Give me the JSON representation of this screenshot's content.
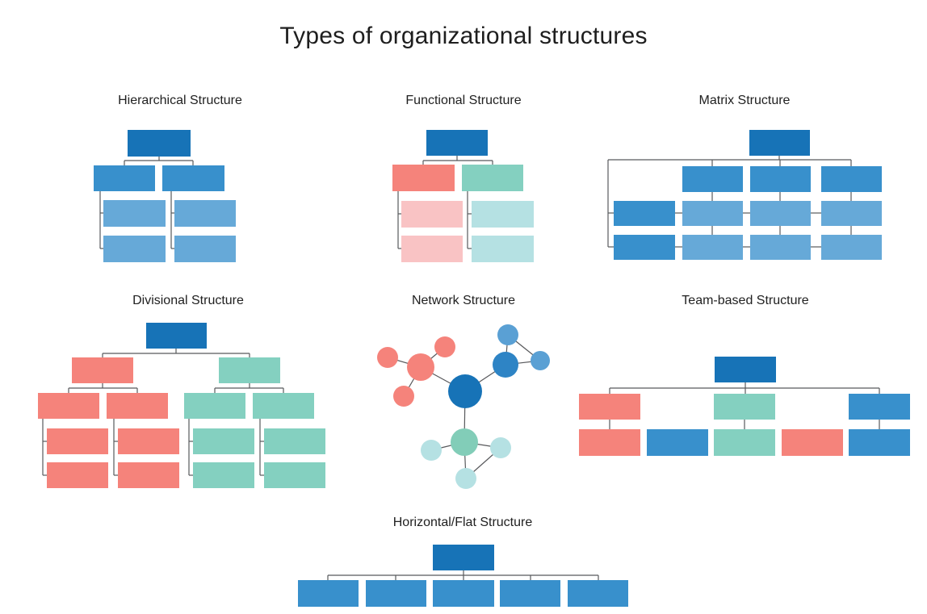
{
  "title": "Types of organizational structures",
  "palette": {
    "dark_blue": "#1773B7",
    "mid_blue": "#3890CC",
    "light_blue": "#66A9D8",
    "salmon": "#F5837B",
    "light_pink": "#F9C3C4",
    "teal": "#84D0C0",
    "light_teal": "#B5E1E3",
    "network_blue": "#2E84C5",
    "network_blue_light": "#5AA0D4",
    "network_teal": "#82CDB8",
    "connector": "#58595C",
    "text": "#212121",
    "background": "#FFFFFF"
  },
  "structures": [
    {
      "id": "hierarchical",
      "label": "Hierarchical Structure",
      "rects": [
        [
          158,
          161,
          78,
          33,
          "dark_blue"
        ],
        [
          116,
          205,
          76,
          32,
          "mid_blue"
        ],
        [
          201,
          205,
          77,
          32,
          "mid_blue"
        ],
        [
          128,
          248,
          77,
          33,
          "light_blue"
        ],
        [
          216,
          248,
          76,
          33,
          "light_blue"
        ],
        [
          128,
          292,
          77,
          33,
          "light_blue"
        ],
        [
          216,
          292,
          76,
          33,
          "light_blue"
        ]
      ],
      "lines": [
        [
          197,
          194,
          197,
          199
        ],
        [
          154,
          199,
          239,
          199
        ],
        [
          154,
          199,
          154,
          205
        ],
        [
          239,
          199,
          239,
          205
        ],
        [
          124,
          237,
          124,
          308
        ],
        [
          124,
          264,
          128,
          264
        ],
        [
          124,
          308,
          128,
          308
        ],
        [
          212,
          237,
          212,
          308
        ],
        [
          212,
          264,
          216,
          264
        ],
        [
          212,
          308,
          216,
          308
        ]
      ]
    },
    {
      "id": "functional",
      "label": "Functional Structure",
      "rects": [
        [
          528,
          161,
          76,
          32,
          "dark_blue"
        ],
        [
          486,
          204,
          77,
          33,
          "salmon"
        ],
        [
          572,
          204,
          76,
          33,
          "teal"
        ],
        [
          497,
          249,
          76,
          33,
          "light_pink"
        ],
        [
          497,
          292,
          76,
          33,
          "light_pink"
        ],
        [
          584,
          249,
          77,
          33,
          "light_teal"
        ],
        [
          584,
          292,
          77,
          33,
          "light_teal"
        ]
      ],
      "lines": [
        [
          566,
          193,
          566,
          199
        ],
        [
          524,
          199,
          610,
          199
        ],
        [
          524,
          199,
          524,
          204
        ],
        [
          610,
          199,
          610,
          204
        ],
        [
          493,
          237,
          493,
          308
        ],
        [
          493,
          265,
          497,
          265
        ],
        [
          493,
          308,
          497,
          308
        ],
        [
          579,
          237,
          579,
          308
        ],
        [
          579,
          265,
          584,
          265
        ],
        [
          579,
          308,
          584,
          308
        ]
      ]
    },
    {
      "id": "matrix",
      "label": "Matrix Structure",
      "rects": [
        [
          928,
          161,
          75,
          32,
          "dark_blue"
        ],
        [
          845,
          206,
          75,
          32,
          "mid_blue"
        ],
        [
          929,
          206,
          75,
          32,
          "mid_blue"
        ],
        [
          1017,
          206,
          75,
          32,
          "mid_blue"
        ],
        [
          760,
          249,
          76,
          31,
          "mid_blue"
        ],
        [
          845,
          249,
          75,
          31,
          "light_blue"
        ],
        [
          929,
          249,
          75,
          31,
          "light_blue"
        ],
        [
          1017,
          249,
          75,
          31,
          "light_blue"
        ],
        [
          760,
          291,
          76,
          31,
          "mid_blue"
        ],
        [
          845,
          291,
          75,
          31,
          "light_blue"
        ],
        [
          929,
          291,
          75,
          31,
          "light_blue"
        ],
        [
          1017,
          291,
          75,
          31,
          "light_blue"
        ]
      ],
      "lines": [
        [
          965,
          193,
          965,
          198
        ],
        [
          753,
          198,
          1054,
          198
        ],
        [
          882,
          198,
          882,
          206
        ],
        [
          966,
          198,
          966,
          206
        ],
        [
          1054,
          198,
          1054,
          206
        ],
        [
          753,
          198,
          753,
          306
        ],
        [
          753,
          264,
          760,
          264
        ],
        [
          753,
          306,
          760,
          306
        ],
        [
          882,
          238,
          882,
          249
        ],
        [
          966,
          238,
          966,
          249
        ],
        [
          1054,
          238,
          1054,
          249
        ],
        [
          882,
          280,
          882,
          291
        ],
        [
          966,
          280,
          966,
          291
        ],
        [
          1054,
          280,
          1054,
          291
        ],
        [
          836,
          264,
          845,
          264
        ],
        [
          920,
          264,
          929,
          264
        ],
        [
          1004,
          264,
          1017,
          264
        ],
        [
          836,
          306,
          845,
          306
        ],
        [
          920,
          306,
          929,
          306
        ],
        [
          1004,
          306,
          1017,
          306
        ]
      ]
    },
    {
      "id": "divisional",
      "label": "Divisional Structure",
      "rects": [
        [
          181,
          400,
          75,
          32,
          "dark_blue"
        ],
        [
          89,
          443,
          76,
          32,
          "salmon"
        ],
        [
          271,
          443,
          76,
          32,
          "teal"
        ],
        [
          47,
          487,
          76,
          32,
          "salmon"
        ],
        [
          132,
          487,
          76,
          32,
          "salmon"
        ],
        [
          228,
          487,
          76,
          32,
          "teal"
        ],
        [
          313,
          487,
          76,
          32,
          "teal"
        ],
        [
          58,
          531,
          76,
          32,
          "salmon"
        ],
        [
          58,
          573,
          76,
          32,
          "salmon"
        ],
        [
          146,
          531,
          76,
          32,
          "salmon"
        ],
        [
          146,
          573,
          76,
          32,
          "salmon"
        ],
        [
          239,
          531,
          76,
          32,
          "teal"
        ],
        [
          239,
          573,
          76,
          32,
          "teal"
        ],
        [
          327,
          531,
          76,
          32,
          "teal"
        ],
        [
          327,
          573,
          76,
          32,
          "teal"
        ]
      ],
      "lines": [
        [
          218,
          432,
          218,
          438
        ],
        [
          127,
          438,
          309,
          438
        ],
        [
          127,
          438,
          127,
          443
        ],
        [
          309,
          438,
          309,
          443
        ],
        [
          127,
          475,
          127,
          481
        ],
        [
          85,
          481,
          170,
          481
        ],
        [
          85,
          481,
          85,
          487
        ],
        [
          170,
          481,
          170,
          487
        ],
        [
          309,
          475,
          309,
          481
        ],
        [
          266,
          481,
          351,
          481
        ],
        [
          266,
          481,
          266,
          487
        ],
        [
          351,
          481,
          351,
          487
        ],
        [
          53,
          519,
          53,
          589
        ],
        [
          53,
          547,
          58,
          547
        ],
        [
          53,
          589,
          58,
          589
        ],
        [
          141,
          519,
          141,
          589
        ],
        [
          141,
          547,
          146,
          547
        ],
        [
          141,
          589,
          146,
          589
        ],
        [
          234,
          519,
          234,
          589
        ],
        [
          234,
          547,
          239,
          547
        ],
        [
          234,
          589,
          239,
          589
        ],
        [
          322,
          519,
          322,
          589
        ],
        [
          322,
          547,
          327,
          547
        ],
        [
          322,
          589,
          327,
          589
        ]
      ]
    },
    {
      "id": "network",
      "label": "Network Structure",
      "lines": [
        [
          576,
          485,
          521,
          455
        ],
        [
          576,
          485,
          626,
          452
        ],
        [
          576,
          485,
          575,
          548
        ],
        [
          521,
          455,
          551,
          430
        ],
        [
          521,
          455,
          480,
          443
        ],
        [
          521,
          455,
          500,
          491
        ],
        [
          626,
          452,
          629,
          415
        ],
        [
          626,
          452,
          669,
          447
        ],
        [
          629,
          415,
          669,
          447
        ],
        [
          575,
          548,
          534,
          558
        ],
        [
          575,
          548,
          620,
          555
        ],
        [
          575,
          548,
          577,
          593
        ],
        [
          577,
          593,
          620,
          555
        ]
      ],
      "circles": [
        [
          576,
          485,
          21,
          "dark_blue"
        ],
        [
          521,
          455,
          17,
          "salmon"
        ],
        [
          551,
          430,
          13,
          "salmon"
        ],
        [
          480,
          443,
          13,
          "salmon"
        ],
        [
          500,
          491,
          13,
          "salmon"
        ],
        [
          626,
          452,
          16,
          "network_blue"
        ],
        [
          629,
          415,
          13,
          "network_blue_light"
        ],
        [
          669,
          447,
          12,
          "network_blue_light"
        ],
        [
          575,
          548,
          17,
          "network_teal"
        ],
        [
          534,
          558,
          13,
          "light_teal"
        ],
        [
          620,
          555,
          13,
          "light_teal"
        ],
        [
          577,
          593,
          13,
          "light_teal"
        ]
      ]
    },
    {
      "id": "team-based",
      "label": "Team-based Structure",
      "rects": [
        [
          885,
          442,
          76,
          32,
          "dark_blue"
        ],
        [
          717,
          488,
          76,
          32,
          "salmon"
        ],
        [
          884,
          488,
          76,
          32,
          "teal"
        ],
        [
          1051,
          488,
          76,
          32,
          "mid_blue"
        ],
        [
          717,
          532,
          76,
          33,
          "salmon"
        ],
        [
          801,
          532,
          76,
          33,
          "mid_blue"
        ],
        [
          884,
          532,
          76,
          33,
          "teal"
        ],
        [
          968,
          532,
          76,
          33,
          "salmon"
        ],
        [
          1051,
          532,
          76,
          33,
          "mid_blue"
        ]
      ],
      "lines": [
        [
          923,
          474,
          923,
          488
        ],
        [
          755,
          481,
          1089,
          481
        ],
        [
          755,
          481,
          755,
          488
        ],
        [
          1089,
          481,
          1089,
          488
        ],
        [
          755,
          520,
          755,
          532
        ],
        [
          922,
          520,
          922,
          532
        ],
        [
          1089,
          520,
          1089,
          532
        ]
      ]
    },
    {
      "id": "horizontal-flat",
      "label": "Horizontal/Flat Structure",
      "rects": [
        [
          536,
          675,
          76,
          32,
          "dark_blue"
        ],
        [
          369,
          719,
          75,
          33,
          "mid_blue"
        ],
        [
          453,
          719,
          75,
          33,
          "mid_blue"
        ],
        [
          536,
          719,
          76,
          33,
          "mid_blue"
        ],
        [
          619,
          719,
          75,
          33,
          "mid_blue"
        ],
        [
          703,
          719,
          75,
          33,
          "mid_blue"
        ]
      ],
      "lines": [
        [
          574,
          707,
          574,
          719
        ],
        [
          406,
          713,
          741,
          713
        ],
        [
          406,
          713,
          406,
          719
        ],
        [
          490,
          713,
          490,
          719
        ],
        [
          657,
          713,
          657,
          719
        ],
        [
          741,
          713,
          741,
          719
        ]
      ]
    }
  ]
}
